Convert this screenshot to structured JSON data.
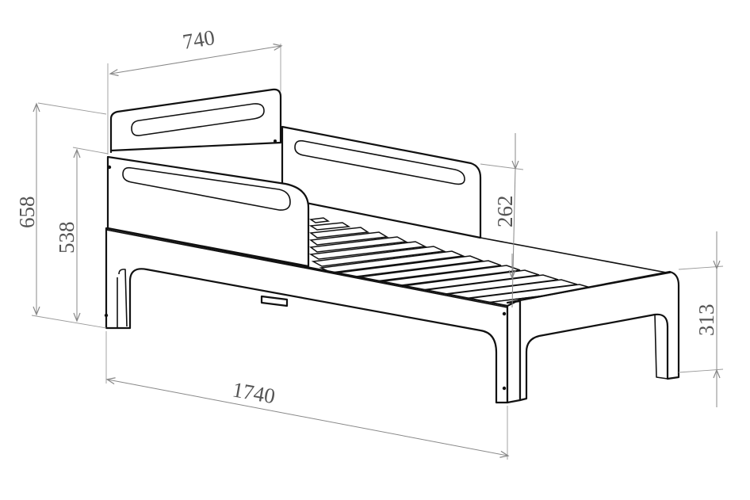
{
  "dimensions": {
    "width": "740",
    "total_height": "658",
    "side_height": "538",
    "rail_height": "262",
    "leg_height": "313",
    "length": "1740"
  },
  "colors": {
    "line": "#111111",
    "dimension": "#888888",
    "text": "#555555",
    "background": "#ffffff"
  }
}
